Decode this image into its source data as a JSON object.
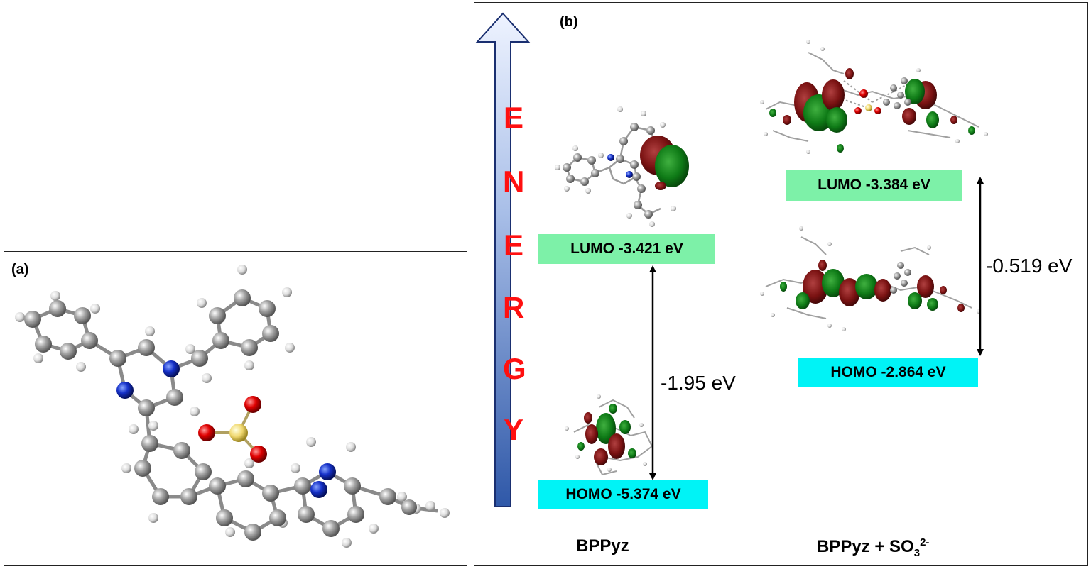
{
  "panel_a": {
    "label": "(a)"
  },
  "panel_b": {
    "label": "(b)",
    "energy_axis": {
      "letters": [
        "E",
        "N",
        "E",
        "R",
        "G",
        "Y"
      ]
    },
    "bppyz": {
      "lumo": "LUMO -3.421 eV",
      "homo": "HOMO -5.374 eV",
      "gap": "-1.95 eV",
      "caption": "BPPyz"
    },
    "complex": {
      "lumo": "LUMO -3.384 eV",
      "homo": "HOMO -2.864 eV",
      "gap": "-0.519 eV",
      "caption_base": "BPPyz + SO",
      "caption_sub": "3",
      "caption_sup": "2-"
    }
  },
  "colors": {
    "lumo_box": "#7df1a8",
    "homo_box": "#00f3f6",
    "energy_text": "#ff1010",
    "arrow_fill": "#3a63b0"
  }
}
